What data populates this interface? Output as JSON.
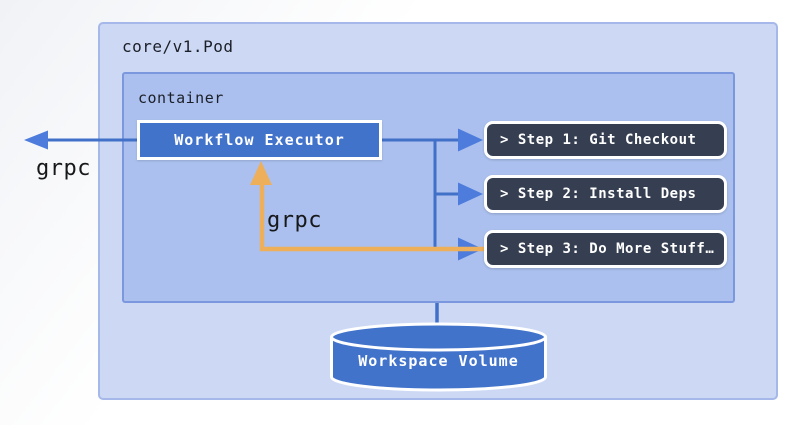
{
  "colors": {
    "pod_fill": "#ccd8f4",
    "pod_border": "#a5b8e9",
    "container_fill": "#abc0ee",
    "container_border": "#7b97dd",
    "node_blue": "#4273cb",
    "node_border": "#ffffff",
    "node_text": "#ffffff",
    "step_fill": "#363f51",
    "arrow_blue": "#4170c8",
    "arrowhead_blue": "#4d7cdc",
    "arrow_orange": "#edaf5a",
    "label_text": "#1b1f27",
    "grpc_text": "#17181a"
  },
  "pod": {
    "label": "core/v1.Pod"
  },
  "container": {
    "label": "container"
  },
  "executor": {
    "label": "Workflow Executor"
  },
  "steps": [
    {
      "label": "> Step 1: Git Checkout"
    },
    {
      "label": "> Step 2: Install Deps"
    },
    {
      "label": "> Step 3: Do More Stuff…"
    }
  ],
  "volume": {
    "label": "Workspace Volume"
  },
  "grpc_left": {
    "label": "grpc"
  },
  "grpc_inner": {
    "label": "grpc"
  }
}
